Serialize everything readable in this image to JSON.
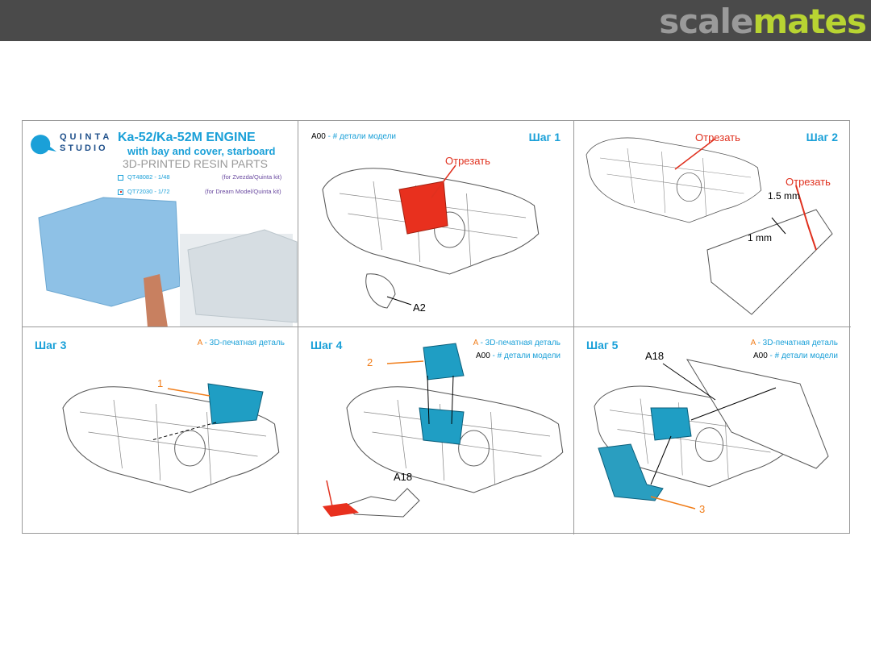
{
  "site_logo": {
    "part1": "scale",
    "part2": "mates"
  },
  "header": {
    "brand_line1": "QUINTA",
    "brand_line2": "STUDIO",
    "title": "Ka-52/Ka-52M ENGINE",
    "subtitle": "with bay and cover, starboard",
    "tagline": "3D-PRINTED RESIN PARTS",
    "options": [
      {
        "code": "QT48082 - 1/48",
        "note": "(for Zvezda/Quinta kit)",
        "checked": false
      },
      {
        "code": "QT72030 - 1/72",
        "note": "(for Dream Model/Quinta kit)",
        "checked": true
      }
    ]
  },
  "legend": {
    "a_key": "A",
    "a_text": " - 3D-печатная деталь",
    "a00_key": "A00",
    "a00_text": " - # детали модели"
  },
  "steps": [
    {
      "title": "Шаг 1",
      "labels": [
        "Отрезать",
        "A2"
      ]
    },
    {
      "title": "Шаг 2",
      "labels": [
        "Отрезать",
        "Отрезать",
        "1.5 mm",
        "1 mm"
      ]
    },
    {
      "title": "Шаг 3",
      "labels": [
        "1"
      ]
    },
    {
      "title": "Шаг 4",
      "labels": [
        "2",
        "A18"
      ]
    },
    {
      "title": "Шаг 5",
      "labels": [
        "A18",
        "3"
      ]
    }
  ],
  "colors": {
    "accent": "#1aa0d8",
    "part": "#2a9ec0",
    "cut": "#e0301e",
    "orange": "#f07d1a"
  }
}
